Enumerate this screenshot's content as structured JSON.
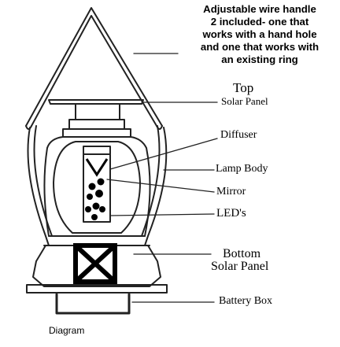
{
  "note": {
    "lines": [
      "Adjustable wire handle",
      "2 included- one that",
      "works with a hand hole",
      "and one that works with",
      "an existing ring"
    ]
  },
  "labels": {
    "top": "Top",
    "top_sub": "Solar Panel",
    "diffuser": "Diffuser",
    "lamp_body": "Lamp Body",
    "mirror": "Mirror",
    "leds": "LED's",
    "bottom": "Bottom",
    "bottom_sub": "Solar Panel",
    "battery_box": "Battery Box",
    "caption": "Diagram"
  }
}
